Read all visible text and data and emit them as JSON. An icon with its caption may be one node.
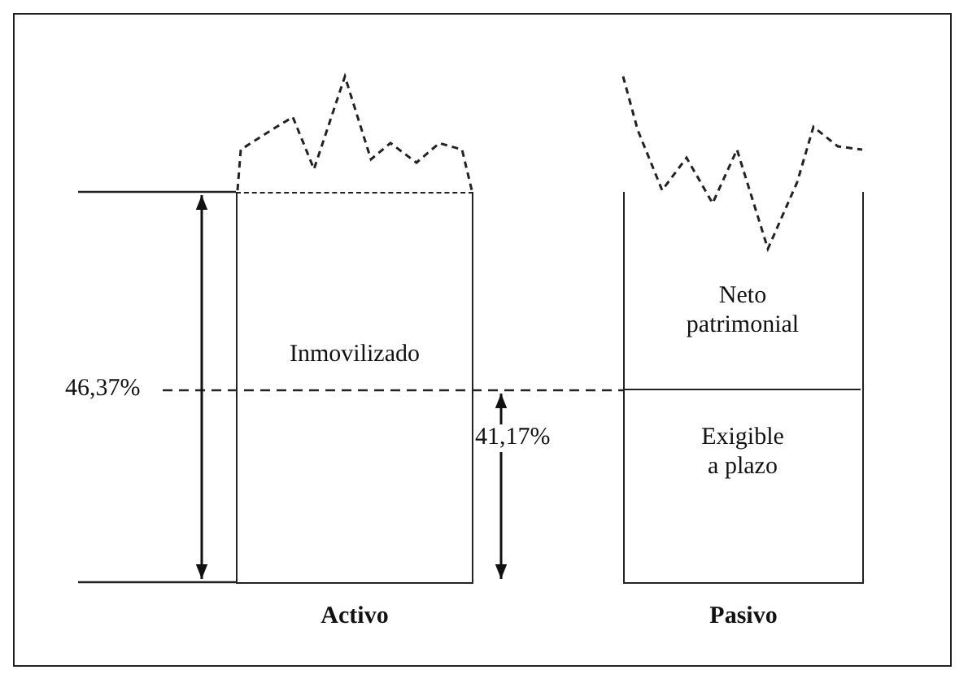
{
  "diagram": {
    "nodes": [
      {
        "text": [
          "Inmovilizado"
        ],
        "beside": [
          "Activo"
        ]
      },
      {
        "text": [],
        "shape": "box",
        "beside": [
          "Pasivo"
        ]
      },
      {
        "text": [
          "Neto patrimonial"
        ],
        "in": 1
      },
      {
        "text": [
          "Exigible a plazo"
        ],
        "in": 1
      }
    ],
    "edges": [],
    "labels": [
      "46,37%",
      "41,17%"
    ]
  }
}
